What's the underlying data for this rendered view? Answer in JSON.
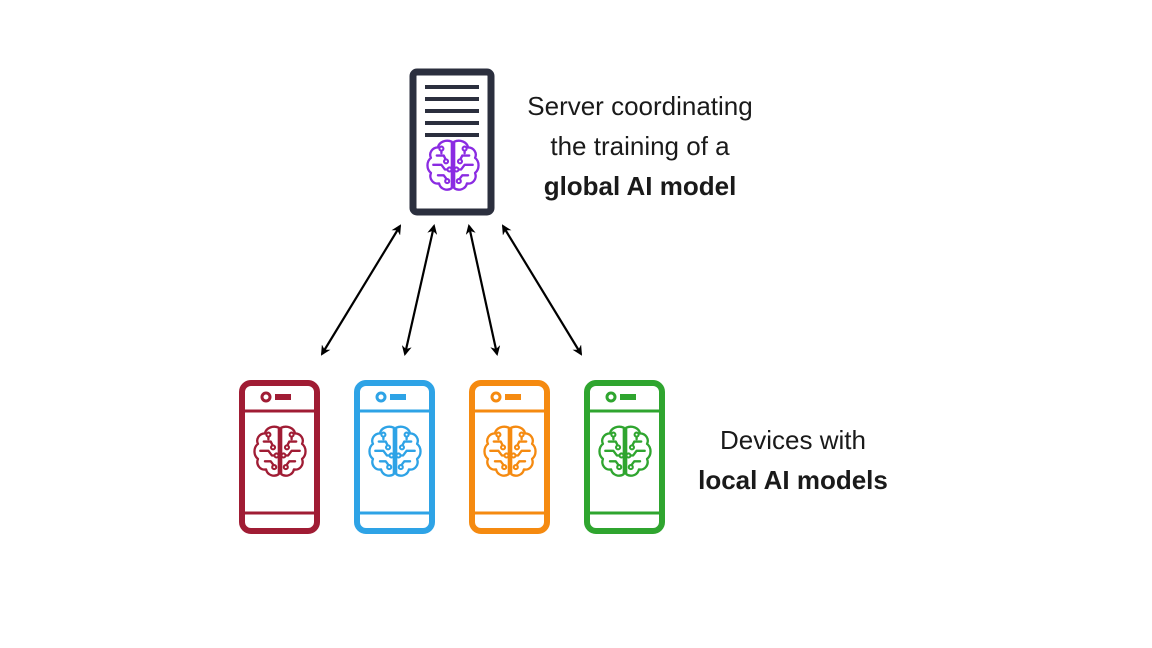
{
  "server": {
    "caption_line1": "Server coordinating",
    "caption_line2": "the training of a",
    "caption_line3": "global AI model",
    "frame_color": "#2b2f3e",
    "brain_color": "#8a2be2",
    "icon": "server-icon"
  },
  "devices": {
    "caption_line1": "Devices with",
    "caption_line2": "local AI models",
    "items": [
      {
        "icon": "phone-icon",
        "color": "#a01c34"
      },
      {
        "icon": "phone-icon",
        "color": "#2ea3e6"
      },
      {
        "icon": "phone-icon",
        "color": "#f58a10"
      },
      {
        "icon": "phone-icon",
        "color": "#2fa52f"
      }
    ]
  },
  "arrows": {
    "color": "#000000",
    "type": "bidirectional",
    "count": 4
  }
}
